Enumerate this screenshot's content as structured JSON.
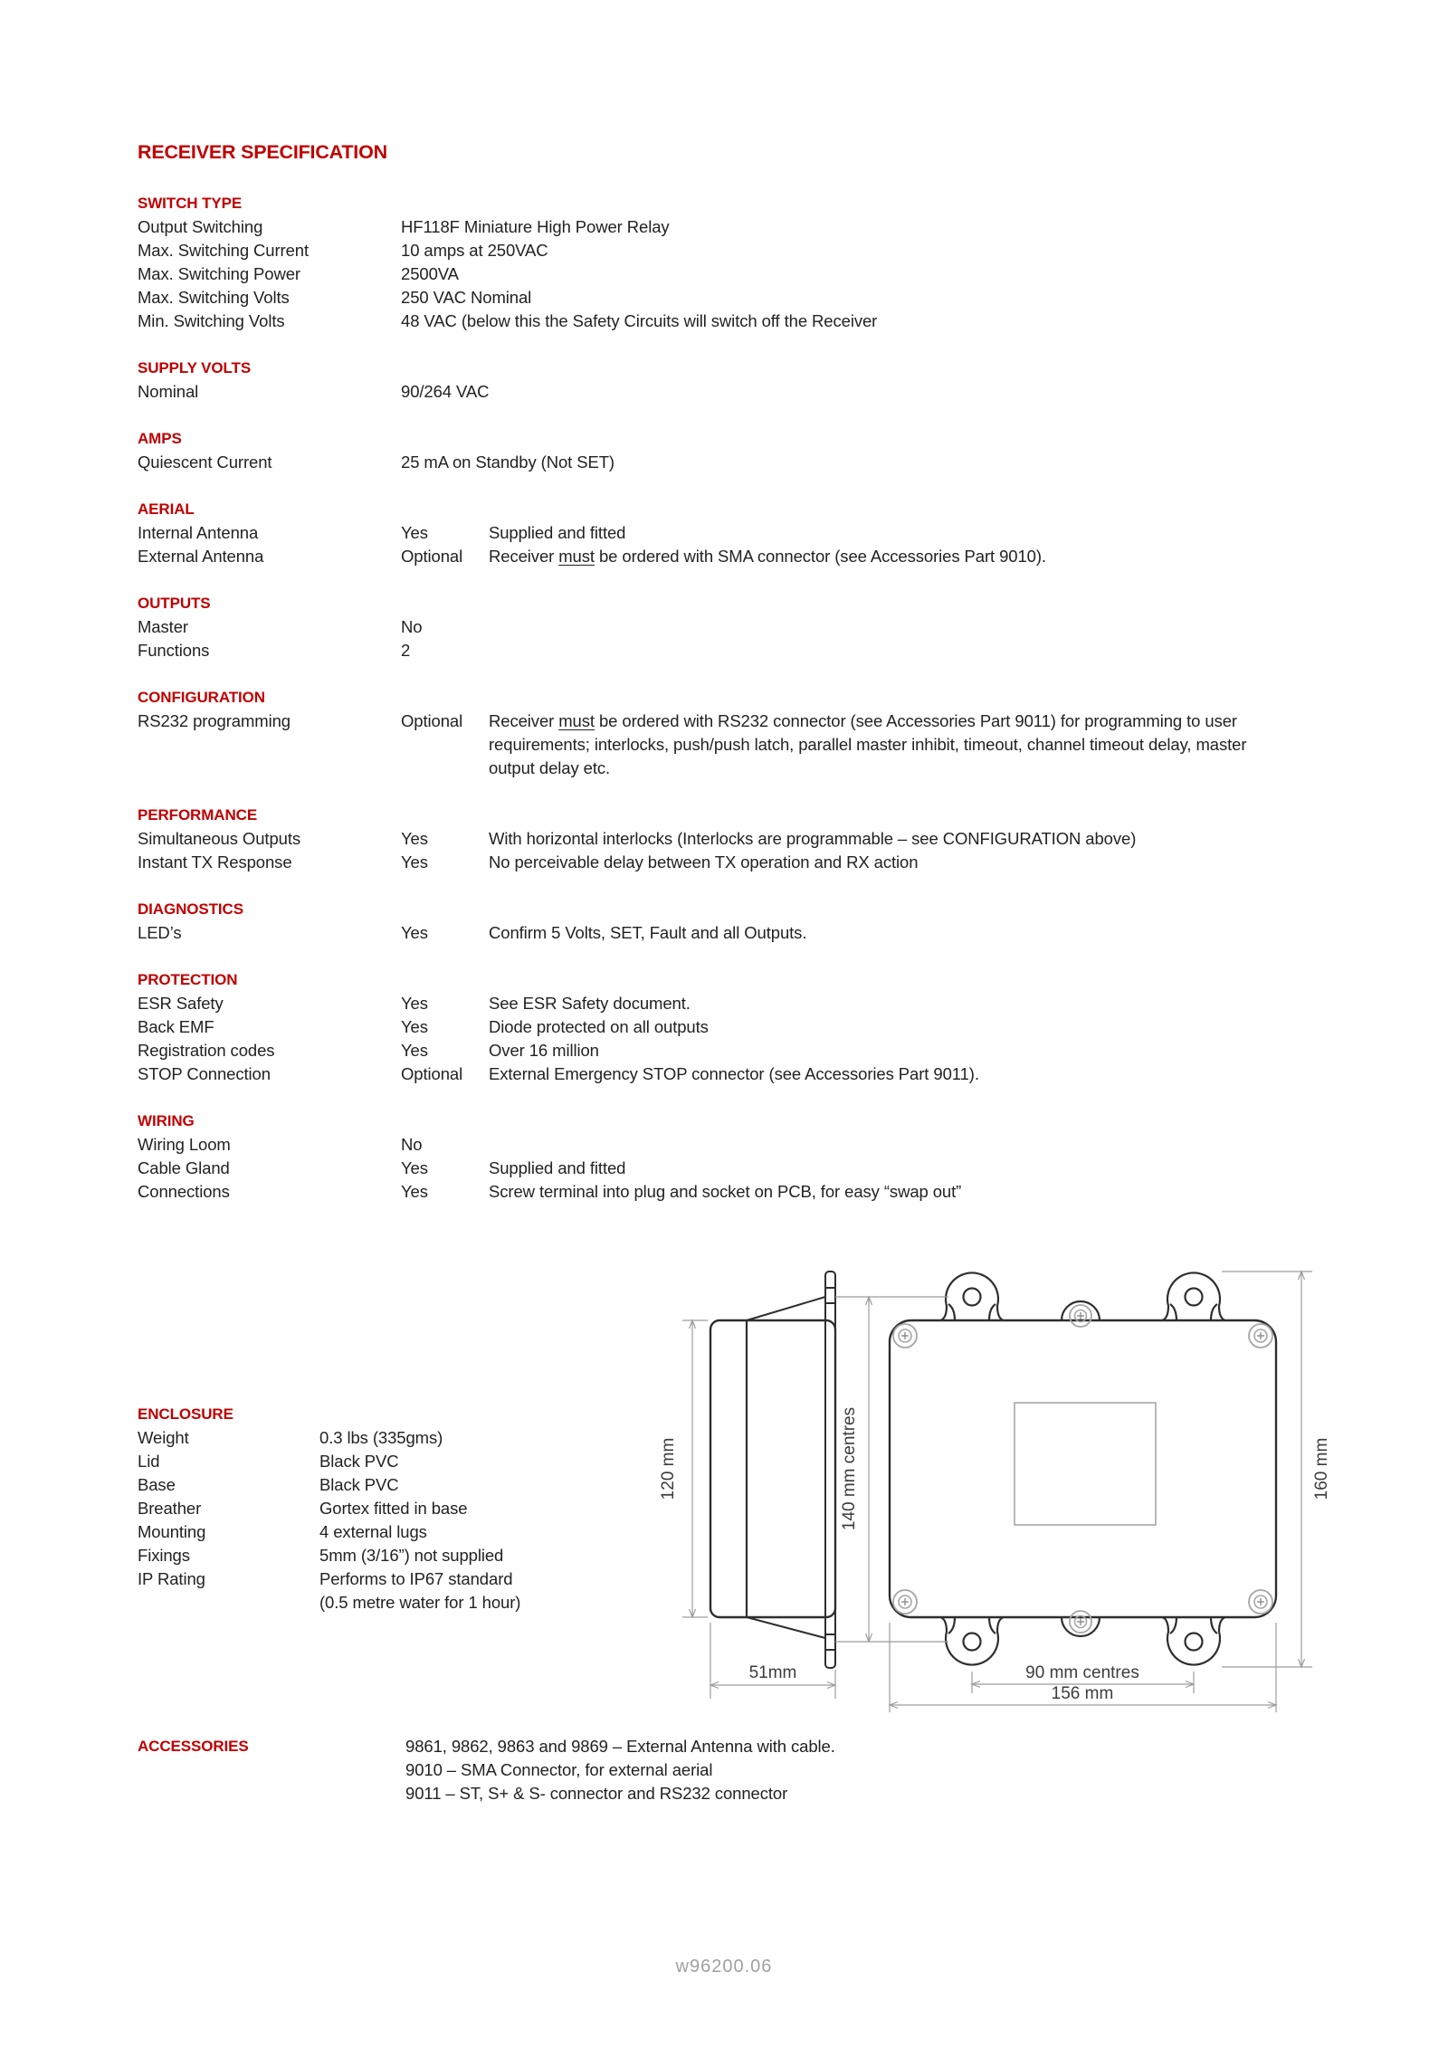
{
  "page": {
    "title": "RECEIVER SPECIFICATION",
    "footer": "w96200.06",
    "accent_color": "#C00000",
    "text_color": "#222222"
  },
  "sections": [
    {
      "heading": "SWITCH TYPE",
      "rows": [
        {
          "label": "Output Switching",
          "value": "HF118F Miniature High Power Relay",
          "desc": ""
        },
        {
          "label": "Max. Switching Current",
          "value": "10 amps at 250VAC",
          "desc": ""
        },
        {
          "label": "Max. Switching Power",
          "value": "2500VA",
          "desc": ""
        },
        {
          "label": "Max. Switching Volts",
          "value": "250 VAC Nominal",
          "desc": ""
        },
        {
          "label": "Min. Switching Volts",
          "value": "48 VAC (below this the Safety Circuits will switch off the Receiver",
          "desc": ""
        }
      ]
    },
    {
      "heading": "SUPPLY VOLTS",
      "rows": [
        {
          "label": "Nominal",
          "value": "90/264 VAC",
          "desc": ""
        }
      ]
    },
    {
      "heading": "AMPS",
      "rows": [
        {
          "label": "Quiescent Current",
          "value": "25 mA on Standby (Not SET)",
          "desc": ""
        }
      ]
    },
    {
      "heading": "AERIAL",
      "rows": [
        {
          "label": "Internal Antenna",
          "value": "Yes",
          "desc": "Supplied and fitted"
        },
        {
          "label": "External Antenna",
          "value": "Optional",
          "desc": "Receiver __must__ be ordered with SMA connector (see Accessories Part 9010)."
        }
      ]
    },
    {
      "heading": "OUTPUTS",
      "rows": [
        {
          "label": "Master",
          "value": "No",
          "desc": ""
        },
        {
          "label": "Functions",
          "value": "2",
          "desc": ""
        }
      ]
    },
    {
      "heading": "CONFIGURATION",
      "rows": [
        {
          "label": "RS232 programming",
          "value": "Optional",
          "desc": "Receiver __must__ be ordered with RS232 connector (see Accessories Part 9011) for programming to user requirements; interlocks, push/push latch, parallel master inhibit, timeout, channel timeout delay, master output delay etc."
        }
      ]
    },
    {
      "heading": "PERFORMANCE",
      "rows": [
        {
          "label": "Simultaneous Outputs",
          "value": "Yes",
          "desc": "With horizontal interlocks (Interlocks are programmable – see CONFIGURATION above)"
        },
        {
          "label": "Instant TX Response",
          "value": "Yes",
          "desc": "No perceivable delay between TX operation and RX action"
        }
      ]
    },
    {
      "heading": "DIAGNOSTICS",
      "rows": [
        {
          "label": "LED’s",
          "value": "Yes",
          "desc": "Confirm 5 Volts, SET, Fault and all Outputs."
        }
      ]
    },
    {
      "heading": "PROTECTION",
      "rows": [
        {
          "label": "ESR Safety",
          "value": "Yes",
          "desc": "See ESR Safety document."
        },
        {
          "label": "Back EMF",
          "value": "Yes",
          "desc": "Diode protected on all outputs"
        },
        {
          "label": "Registration codes",
          "value": "Yes",
          "desc": "Over 16 million"
        },
        {
          "label": "STOP Connection",
          "value": "Optional",
          "desc": "External Emergency STOP connector (see Accessories Part 9011)."
        }
      ]
    },
    {
      "heading": "WIRING",
      "rows": [
        {
          "label": "Wiring Loom",
          "value": "No",
          "desc": ""
        },
        {
          "label": "Cable Gland",
          "value": "Yes",
          "desc": "Supplied and fitted"
        },
        {
          "label": "Connections",
          "value": "Yes",
          "desc": "Screw terminal into plug and socket on PCB, for easy “swap out”"
        }
      ]
    }
  ],
  "enclosure": {
    "heading": "ENCLOSURE",
    "rows": [
      {
        "label": "Weight",
        "value": "0.3 lbs (335gms)"
      },
      {
        "label": "Lid",
        "value": "Black PVC"
      },
      {
        "label": "Base",
        "value": "Black PVC"
      },
      {
        "label": "Breather",
        "value": "Gortex fitted in base"
      },
      {
        "label": "Mounting",
        "value": "4 external lugs"
      },
      {
        "label": "Fixings",
        "value": "5mm (3/16”) not supplied"
      },
      {
        "label": "IP Rating",
        "value": "Performs to IP67 standard"
      },
      {
        "label": "",
        "value": "(0.5 metre water for 1 hour)"
      }
    ]
  },
  "accessories": {
    "heading": "ACCESSORIES",
    "lines": [
      "9861, 9862, 9863 and 9869 – External Antenna with cable.",
      "9010 – SMA Connector, for external aerial",
      "9011 – ST, S+ & S- connector and RS232 connector"
    ]
  },
  "drawing": {
    "dim_height": "120 mm",
    "dim_depth": "51mm",
    "dim_lug_centres_vertical": "140 mm centres",
    "dim_overall_height": "160 mm",
    "dim_lug_centres_horizontal": "90 mm centres",
    "dim_overall_width": "156 mm"
  }
}
